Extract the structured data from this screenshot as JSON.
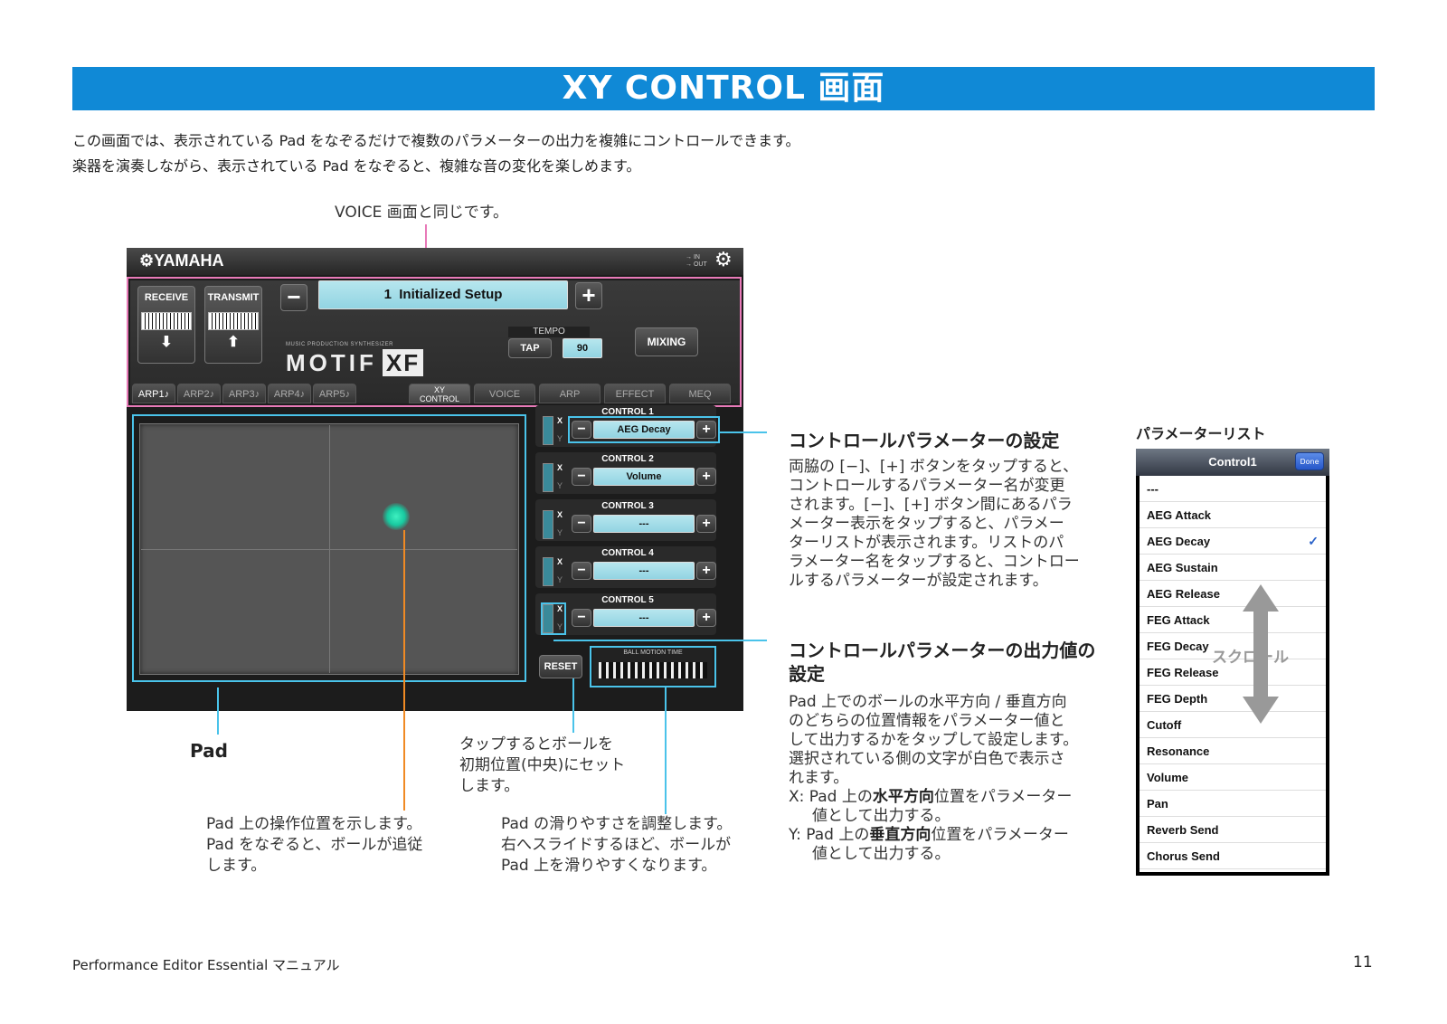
{
  "page_title": "XY CONTROL 画面",
  "intro": {
    "line1": "この画面では、表示されている Pad をなぞるだけで複数のパラメーターの出力を複雑にコントロールできます。",
    "line2": "楽器を演奏しながら、表示されている Pad をなぞると、複雑な音の変化を楽しめます。"
  },
  "voice_note": "VOICE 画面と同じです。",
  "app": {
    "brand": "YAMAHA",
    "in_label": "IN",
    "out_label": "OUT",
    "receive_label": "RECEIVE",
    "transmit_label": "TRANSMIT",
    "performance_number": "1",
    "performance_name": "Initialized Setup",
    "minus": "−",
    "plus": "+",
    "model_small": "MUSIC PRODUCTION SYNTHESIZER",
    "model_main": "MOTIF",
    "model_xf": "XF",
    "tempo_label": "TEMPO",
    "tap_label": "TAP",
    "tempo_value": "90",
    "mixing_label": "MIXING",
    "arp_tabs": [
      "ARP1♪",
      "ARP2♪",
      "ARP3♪",
      "ARP4♪",
      "ARP5♪"
    ],
    "mode_tabs": {
      "xy_line1": "XY",
      "xy_line2": "CONTROL",
      "voice": "VOICE",
      "arp": "ARP",
      "effect": "EFFECT",
      "meq": "MEQ"
    },
    "x_label": "X",
    "y_label": "Y",
    "controls": [
      {
        "label": "CONTROL 1",
        "value": "AEG Decay"
      },
      {
        "label": "CONTROL 2",
        "value": "Volume"
      },
      {
        "label": "CONTROL 3",
        "value": "---"
      },
      {
        "label": "CONTROL 4",
        "value": "---"
      },
      {
        "label": "CONTROL 5",
        "value": "---"
      }
    ],
    "reset_label": "RESET",
    "ball_motion_label": "BALL MOTION TIME"
  },
  "annotations": {
    "pad_label": "Pad",
    "ball_note_line1": "Pad 上の操作位置を示します。",
    "ball_note_line2": "Pad をなぞると、ボールが追従",
    "ball_note_line3": "します。",
    "reset_note_line1": "タップするとボールを",
    "reset_note_line2": "初期位置(中央)にセット",
    "reset_note_line3": "します。",
    "bmt_note_line1": "Pad の滑りやすさを調整します。",
    "bmt_note_line2": "右へスライドするほど、ボールが",
    "bmt_note_line3": "Pad 上を滑りやすくなります。"
  },
  "control_param_section": {
    "title": "コントロールパラメーターの設定",
    "lines": [
      "両脇の [−]、[+] ボタンをタップすると、",
      "コントロールするパラメーター名が変更",
      "されます。[−]、[+] ボタン間にあるパラ",
      "メーター表示をタップすると、パラメー",
      "ターリストが表示されます。リストのパ",
      "ラメーター名をタップすると、コントロー",
      "ルするパラメーターが設定されます。"
    ]
  },
  "output_section": {
    "title_line1": "コントロールパラメーターの出力値の",
    "title_line2": "設定",
    "lines": [
      "Pad 上でのボールの水平方向 / 垂直方向",
      "のどちらの位置情報をパラメーター値と",
      "して出力するかをタップして設定します。",
      "選択されている側の文字が白色で表示さ",
      "れます。"
    ],
    "x_prefix": "X: Pad 上の",
    "x_bold": "水平方向",
    "x_suffix": "位置をパラメーター",
    "x_cont": "値として出力する。",
    "y_prefix": "Y: Pad 上の",
    "y_bold": "垂直方向",
    "y_suffix": "位置をパラメーター",
    "y_cont": "値として出力する。"
  },
  "param_list": {
    "title": "パラメーターリスト",
    "header": "Control1",
    "done": "Done",
    "items": [
      "---",
      "AEG Attack",
      "AEG Decay",
      "AEG Sustain",
      "AEG Release",
      "FEG Attack",
      "FEG Decay",
      "FEG Release",
      "FEG Depth",
      "Cutoff",
      "Resonance",
      "Volume",
      "Pan",
      "Reverb Send",
      "Chorus Send"
    ],
    "checkmark": "✓",
    "scroll_label": "スクロール"
  },
  "footer": {
    "manual_title": "Performance Editor Essential マニュアル",
    "page_number": "11"
  }
}
